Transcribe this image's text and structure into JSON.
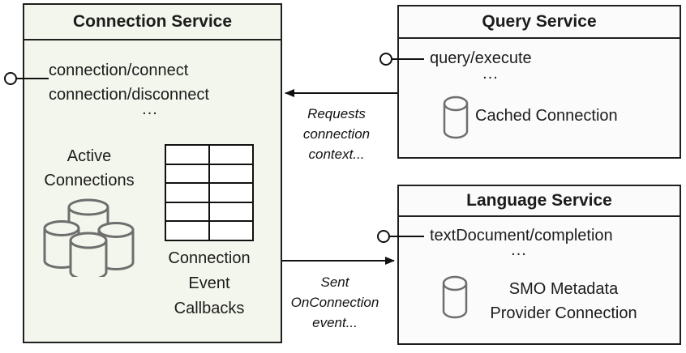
{
  "colors": {
    "background": "#ffffff",
    "connection_box_fill": "#f3f6ec",
    "service_box_fill": "#fbfbfc",
    "border": "#1f1f1f",
    "icon_stroke": "#6e6e6e"
  },
  "icons": {
    "interface": "lollipop-interface-icon",
    "connections_cluster": "database-cluster-icon",
    "database": "database-cylinder-icon",
    "callback_grid": "table-grid-icon"
  },
  "connection_service": {
    "title": "Connection Service",
    "endpoints": [
      "connection/connect",
      "connection/disconnect"
    ],
    "ellipsis": "...",
    "active_connections": [
      "Active",
      "Connections"
    ],
    "callbacks_label": [
      "Connection",
      "Event",
      "Callbacks"
    ]
  },
  "query_service": {
    "title": "Query Service",
    "endpoint": "query/execute",
    "ellipsis": "...",
    "cached_connection_label": "Cached Connection"
  },
  "language_service": {
    "title": "Language Service",
    "endpoint": "textDocument/completion",
    "ellipsis": "...",
    "provider_label": [
      "SMO Metadata",
      "Provider Connection"
    ]
  },
  "arrows": {
    "requests": {
      "label": [
        "Requests",
        "connection",
        "context..."
      ]
    },
    "sent": {
      "label": [
        "Sent",
        "OnConnection",
        "event..."
      ]
    }
  }
}
